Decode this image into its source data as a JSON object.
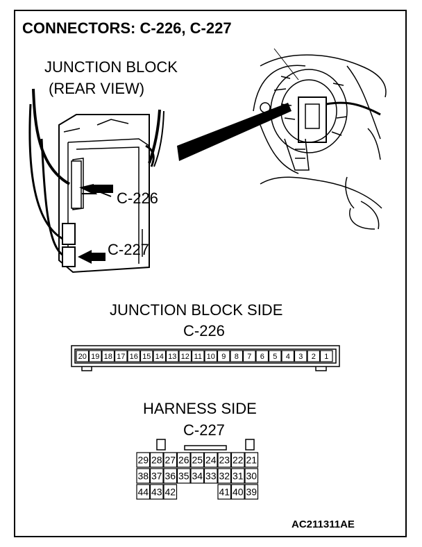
{
  "header": {
    "title": "CONNECTORS: C-226, C-227"
  },
  "illustration": {
    "label_line1": "JUNCTION BLOCK",
    "label_line2": "(REAR VIEW)",
    "callout_c226": "C-226",
    "callout_c227": "C-227"
  },
  "junction_block_side": {
    "title": "JUNCTION BLOCK SIDE",
    "code": "C-226",
    "pins": [
      "20",
      "19",
      "18",
      "17",
      "16",
      "15",
      "14",
      "13",
      "12",
      "11",
      "10",
      "9",
      "8",
      "7",
      "6",
      "5",
      "4",
      "3",
      "2",
      "1"
    ]
  },
  "harness_side": {
    "title": "HARNESS SIDE",
    "code": "C-227",
    "rows": [
      [
        "29",
        "28",
        "27",
        "26",
        "25",
        "24",
        "23",
        "22",
        "21"
      ],
      [
        "38",
        "37",
        "36",
        "35",
        "34",
        "33",
        "32",
        "31",
        "30"
      ],
      [
        "44",
        "43",
        "42",
        "",
        "",
        "",
        "41",
        "40",
        "39"
      ]
    ]
  },
  "figure_id": "AC211311AE"
}
